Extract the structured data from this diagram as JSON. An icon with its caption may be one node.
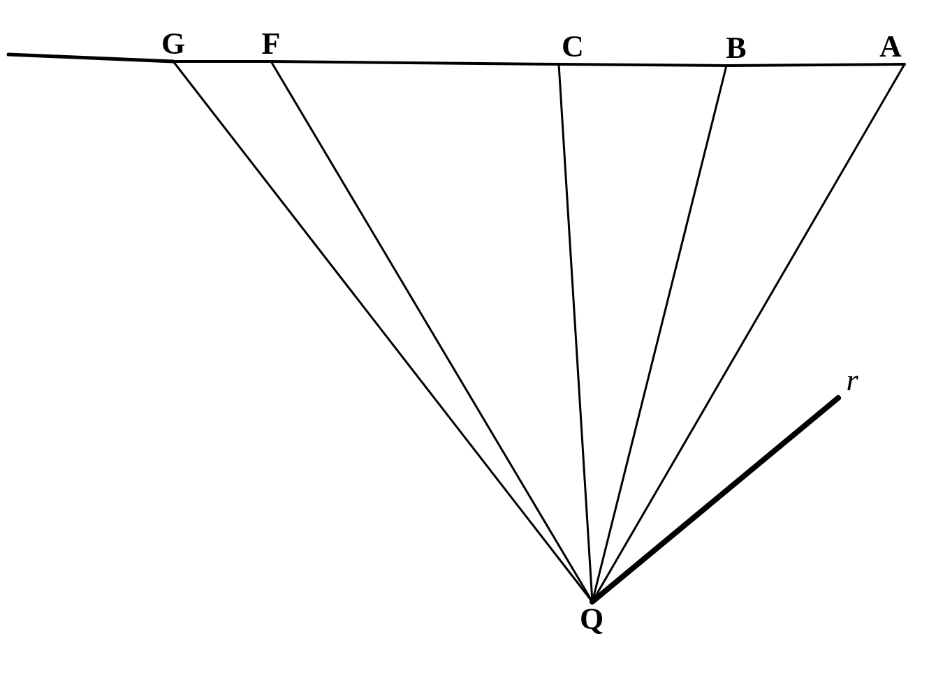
{
  "diagram": {
    "nodes": [
      {
        "text": [
          "G"
        ]
      },
      {
        "text": [
          "F"
        ]
      },
      {
        "text": [
          "C"
        ]
      },
      {
        "text": [
          "B"
        ]
      },
      {
        "text": [
          "A"
        ]
      },
      {
        "text": [
          "r"
        ]
      },
      {
        "text": [
          "Q"
        ]
      }
    ],
    "edges": [
      {
        "from": null,
        "to": 0,
        "arrow": "none"
      },
      {
        "from": 0,
        "to": 1,
        "arrow": "none"
      },
      {
        "from": 1,
        "to": 2,
        "arrow": "none"
      },
      {
        "from": 2,
        "to": 3,
        "arrow": "none"
      },
      {
        "from": 3,
        "to": 4,
        "arrow": "none"
      },
      {
        "from": 6,
        "to": 0,
        "arrow": "none"
      },
      {
        "from": 6,
        "to": 1,
        "arrow": "none"
      },
      {
        "from": 6,
        "to": 2,
        "arrow": "none"
      },
      {
        "from": 6,
        "to": 3,
        "arrow": "none"
      },
      {
        "from": 6,
        "to": 4,
        "arrow": "none"
      },
      {
        "from": 6,
        "to": 5,
        "arrow": "none",
        "style": "thick"
      }
    ]
  }
}
